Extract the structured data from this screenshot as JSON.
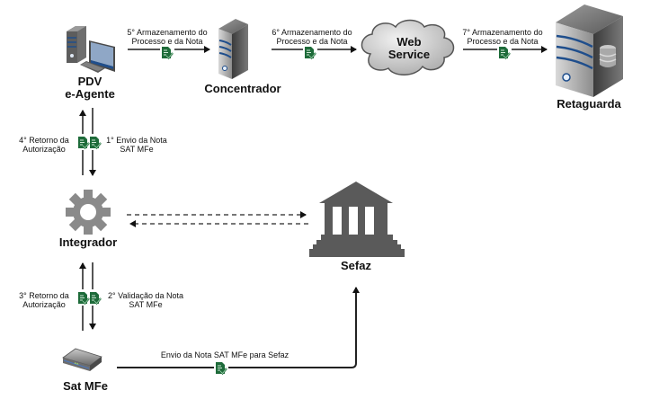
{
  "nodes": {
    "pdv": {
      "label_line1": "PDV",
      "label_line2": "e-Agente"
    },
    "concentrador": {
      "label": "Concentrador"
    },
    "webservice": {
      "label_line1": "Web",
      "label_line2": "Service"
    },
    "retaguarda": {
      "label": "Retaguarda"
    },
    "integrador": {
      "label": "Integrador"
    },
    "sefaz": {
      "label": "Sefaz"
    },
    "satmfe": {
      "label": "Sat MFe"
    }
  },
  "edges": {
    "step5": {
      "line1": "5° Armazenamento do",
      "line2": "Processo e da Nota"
    },
    "step6": {
      "line1": "6° Armazenamento do",
      "line2": "Processo e da Nota"
    },
    "step7": {
      "line1": "7° Armazenamento do",
      "line2": "Processo e da Nota"
    },
    "step4": {
      "line1": "4° Retorno da",
      "line2": "Autorização"
    },
    "step1": {
      "line1": "1° Envio da Nota",
      "line2": "SAT MFe"
    },
    "step3": {
      "line1": "3° Retorno da",
      "line2": "Autorização"
    },
    "step2": {
      "line1": "2° Validação da Nota",
      "line2": "SAT MFe"
    },
    "sefaz_send": {
      "label": "Envio da Nota SAT MFe para Sefaz"
    }
  },
  "colors": {
    "doc_icon": "#1e6b3a",
    "line": "#555555",
    "sefaz": "#5a5a5a",
    "gear": "#8a8a8a",
    "server_stripe": "#1f4e8c"
  }
}
